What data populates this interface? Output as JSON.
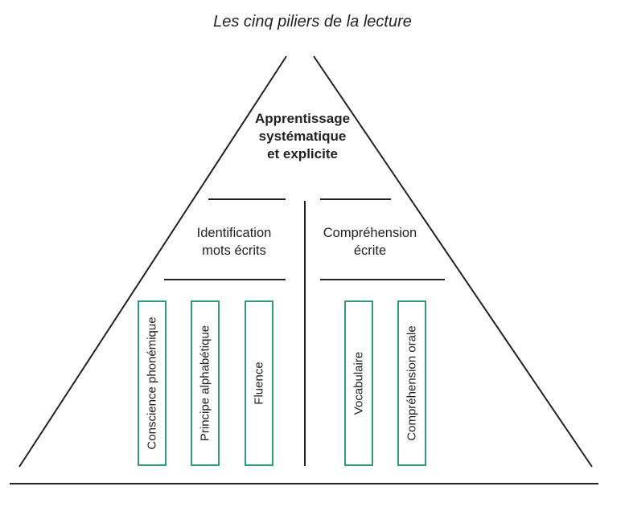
{
  "title": "Les cinq piliers de la lecture",
  "apex": {
    "lines": [
      "Apprentissage",
      "systématique",
      "et explicite"
    ]
  },
  "branches": [
    {
      "lines": [
        "Identification",
        "mots écrits"
      ]
    },
    {
      "lines": [
        "Compréhension",
        "écrite"
      ]
    }
  ],
  "pillars": [
    "Conscience phonémique",
    "Principe alphabétique",
    "Fluence",
    "Vocabulaire",
    "Compréhension orale"
  ],
  "colors": {
    "pillar_border": "#2e9b7c",
    "lines": "#222222"
  }
}
